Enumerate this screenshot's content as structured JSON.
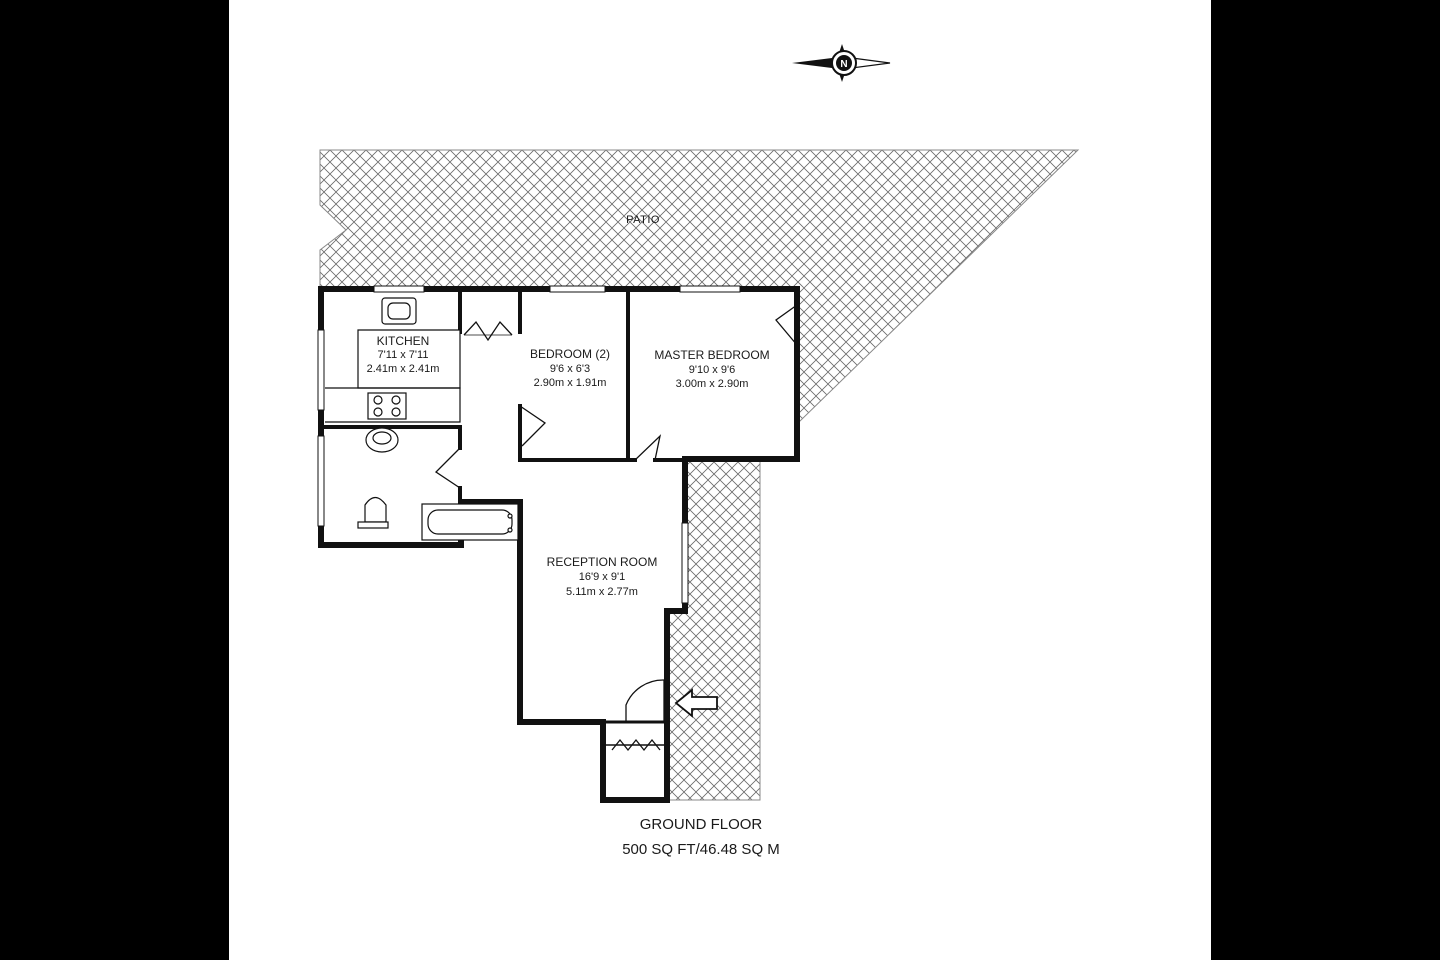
{
  "plan": {
    "floor_title": "GROUND FLOOR",
    "floor_area": "500 SQ FT/46.48 SQ M",
    "patio_label": "PATIO",
    "compass_letter": "N",
    "rooms": {
      "kitchen": {
        "name": "KITCHEN",
        "imperial": "7'11 x 7'11",
        "metric": "2.41m x 2.41m"
      },
      "bedroom2": {
        "name": "BEDROOM (2)",
        "imperial": "9'6 x 6'3",
        "metric": "2.90m x 1.91m"
      },
      "master": {
        "name": "MASTER BEDROOM",
        "imperial": "9'10 x 9'6",
        "metric": "3.00m x 2.90m"
      },
      "reception": {
        "name": "RECEPTION ROOM",
        "imperial": "16'9 x 9'1",
        "metric": "5.11m x 2.77m"
      }
    },
    "colors": {
      "background": "#000000",
      "panel": "#ffffff",
      "wall": "#111111",
      "hatch": "#555555"
    }
  }
}
